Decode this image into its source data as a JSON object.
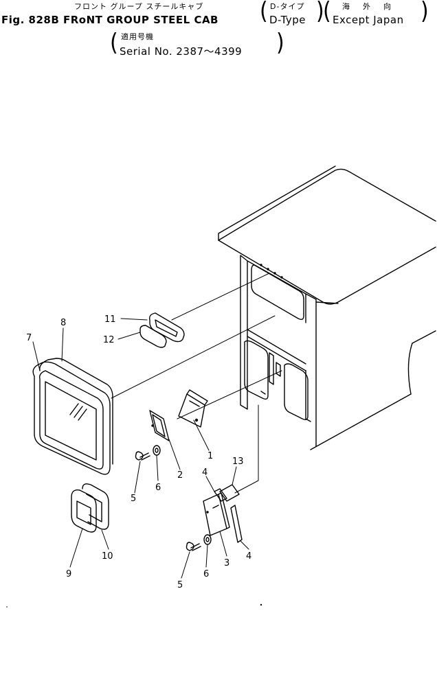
{
  "header": {
    "jp_title": "フロント グループ スチールキャブ",
    "en_title": "Fig. 828B FRoNT GROUP STEEL CAB",
    "type_jp": "D-タイプ",
    "type_en": "D-Type",
    "market_jp": "海　外　向",
    "market_en": "Except Japan",
    "serial_jp": "適用号機",
    "serial_en": "Serial No. 2387～4399"
  },
  "callouts": [
    {
      "id": "c1",
      "label": "1"
    },
    {
      "id": "c2",
      "label": "2"
    },
    {
      "id": "c3",
      "label": "3"
    },
    {
      "id": "c4a",
      "label": "4"
    },
    {
      "id": "c4b",
      "label": "4"
    },
    {
      "id": "c5a",
      "label": "5"
    },
    {
      "id": "c5b",
      "label": "5"
    },
    {
      "id": "c6a",
      "label": "6"
    },
    {
      "id": "c6b",
      "label": "6"
    },
    {
      "id": "c7",
      "label": "7"
    },
    {
      "id": "c8",
      "label": "8"
    },
    {
      "id": "c9",
      "label": "9"
    },
    {
      "id": "c10",
      "label": "10"
    },
    {
      "id": "c11",
      "label": "11"
    },
    {
      "id": "c12",
      "label": "12"
    },
    {
      "id": "c13",
      "label": "13"
    }
  ]
}
